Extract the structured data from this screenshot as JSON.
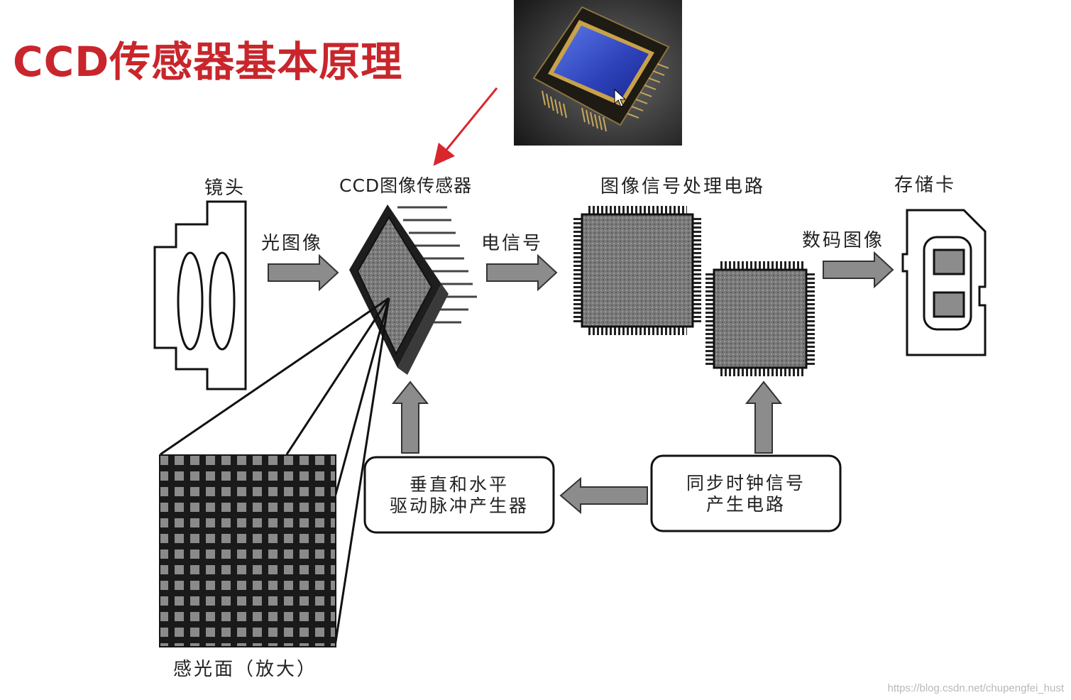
{
  "title": "CCD传感器基本原理",
  "stages": {
    "lens": "镜头",
    "ccd": "CCD图像传感器",
    "processor": "图像信号处理电路",
    "card": "存储卡"
  },
  "flows": {
    "light_image": "光图像",
    "electric_signal": "电信号",
    "digital_image": "数码图像"
  },
  "boxes": {
    "driver_line1": "垂直和水平",
    "driver_line2": "驱动脉冲产生器",
    "clock_line1": "同步时钟信号",
    "clock_line2": "产生电路"
  },
  "sensor_surface": "感光面（放大）",
  "watermark": "https://blog.csdn.net/chupengfei_hust",
  "colors": {
    "title": "#c8262c",
    "pointer_arrow": "#d9262c",
    "chip_dark": "#2c2c2c",
    "photo_sensor": "#3a52c8"
  }
}
